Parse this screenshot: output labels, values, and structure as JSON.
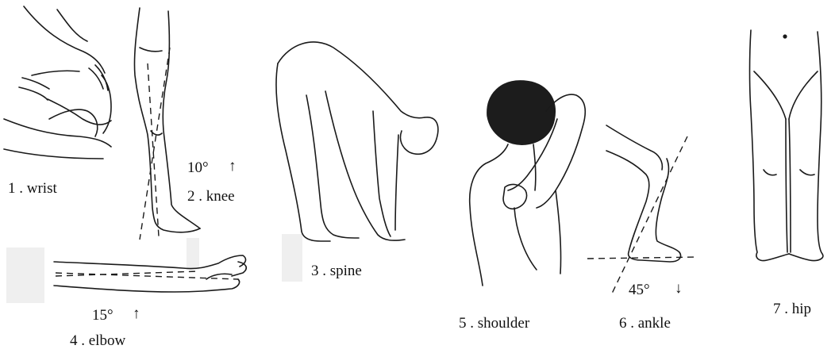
{
  "figures": [
    {
      "id": "wrist",
      "label": "1 . wrist"
    },
    {
      "id": "knee",
      "label": "2 . knee",
      "angle": "10°",
      "arrow": "↑"
    },
    {
      "id": "spine",
      "label": "3 . spine"
    },
    {
      "id": "elbow",
      "label": "4 . elbow",
      "angle": "15°",
      "arrow": "↑"
    },
    {
      "id": "shoulder",
      "label": "5 . shoulder"
    },
    {
      "id": "ankle",
      "label": "6 . ankle",
      "angle": "45°",
      "arrow": "↓"
    },
    {
      "id": "hip",
      "label": "7 . hip"
    }
  ],
  "colors": {
    "line": "#1a1a1a",
    "hair": "#1c1c1c",
    "background": "#ffffff"
  }
}
